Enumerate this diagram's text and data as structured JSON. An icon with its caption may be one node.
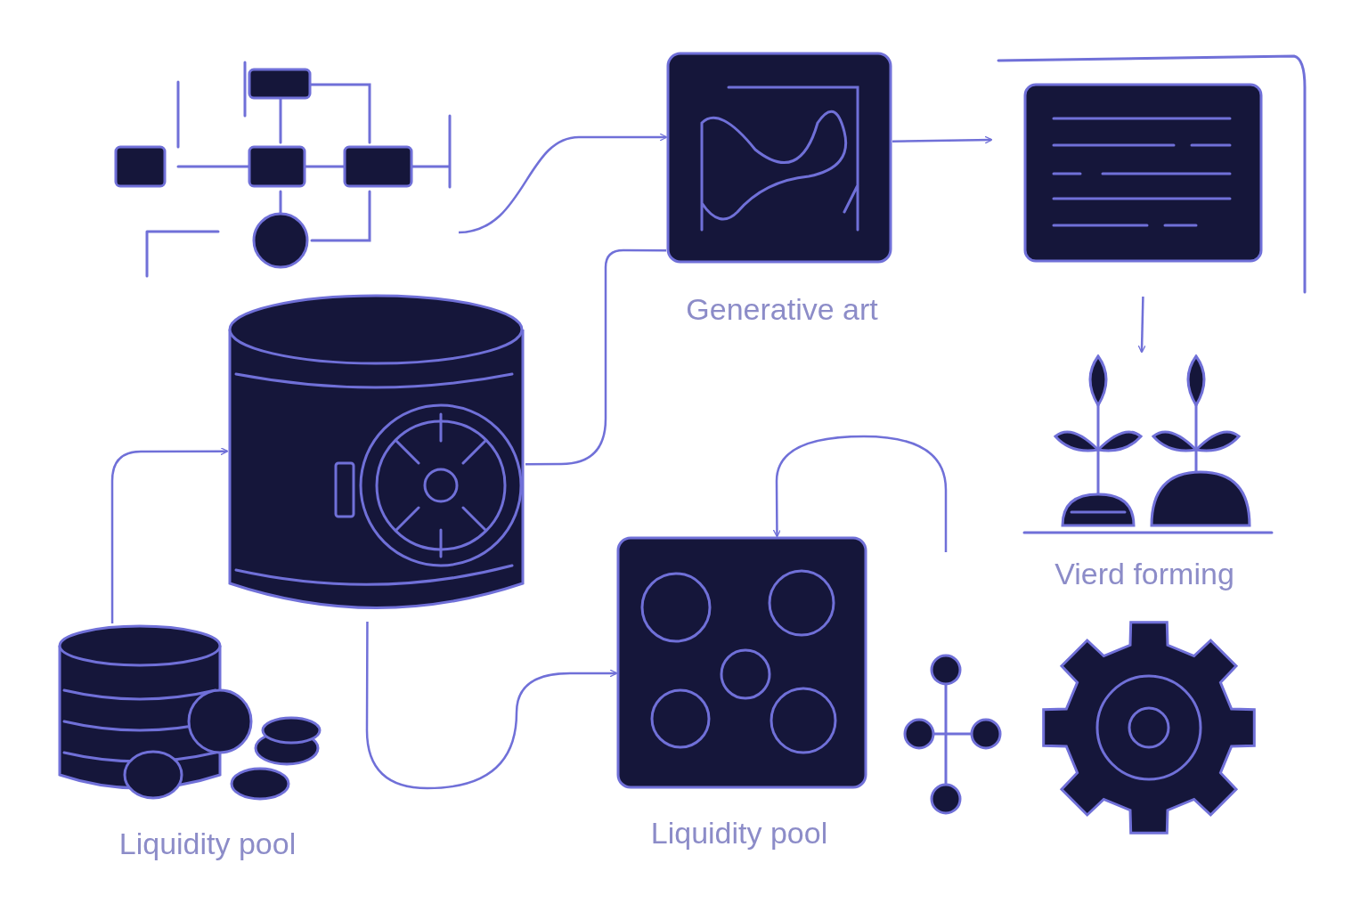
{
  "diagram": {
    "nodes": [
      {
        "text": [],
        "shape": "picture"
      },
      {
        "text": [],
        "shape": "picture",
        "beside": [
          "Generative art"
        ]
      },
      {
        "text": [],
        "shape": "picture"
      },
      {
        "text": [],
        "shape": "picture"
      },
      {
        "text": [],
        "shape": "picture",
        "beside": [
          "Vierd forming"
        ]
      },
      {
        "text": [],
        "shape": "picture",
        "beside": [
          "Liquidity pool"
        ]
      },
      {
        "text": [],
        "shape": "picture",
        "beside": [
          "Liquidity pool"
        ]
      },
      {
        "text": [],
        "shape": "picture"
      }
    ],
    "edges": [
      {
        "from": 0,
        "to": 1,
        "arrow": "to"
      },
      {
        "from": 1,
        "to": 2,
        "arrow": "to"
      },
      {
        "from": 2,
        "to": 4,
        "arrow": "to"
      },
      {
        "from": 1,
        "to": 3,
        "arrow": "none"
      },
      {
        "from": 5,
        "to": 3,
        "arrow": "to"
      },
      {
        "from": 3,
        "to": 6,
        "arrow": "to"
      },
      {
        "from": null,
        "to": 6,
        "arrow": "to"
      }
    ]
  }
}
